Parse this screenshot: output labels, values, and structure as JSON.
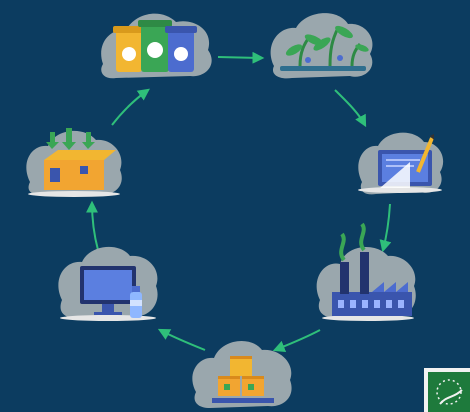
{
  "diagram": {
    "type": "circular-lifecycle",
    "background_color": "#0c3c60",
    "arrow_color": "#2fbf7a",
    "bubble_color": "#9aa7ad",
    "nodes": [
      {
        "id": "recycling-bins",
        "icon": "recycling-bins-icon"
      },
      {
        "id": "plants",
        "icon": "plant-seedlings-icon"
      },
      {
        "id": "design",
        "icon": "blueprint-design-icon"
      },
      {
        "id": "factory",
        "icon": "factory-icon"
      },
      {
        "id": "boxes",
        "icon": "pallet-boxes-icon"
      },
      {
        "id": "computer",
        "icon": "monitor-bottle-icon"
      },
      {
        "id": "collection",
        "icon": "box-collection-icon"
      }
    ],
    "logo": {
      "icon": "eu-flag-logo-icon",
      "colors": [
        "#1e7a3c",
        "#f2f2f2"
      ]
    }
  }
}
